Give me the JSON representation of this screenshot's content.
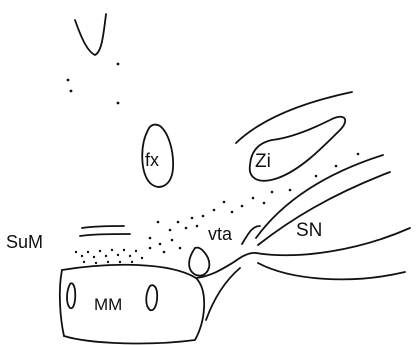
{
  "diagram": {
    "labels": {
      "fx": "fx",
      "zi": "Zi",
      "sn": "SN",
      "sum": "SuM",
      "vta": "vta",
      "mm": "MM"
    },
    "ink_color": "#111111",
    "background": "#ffffff"
  }
}
